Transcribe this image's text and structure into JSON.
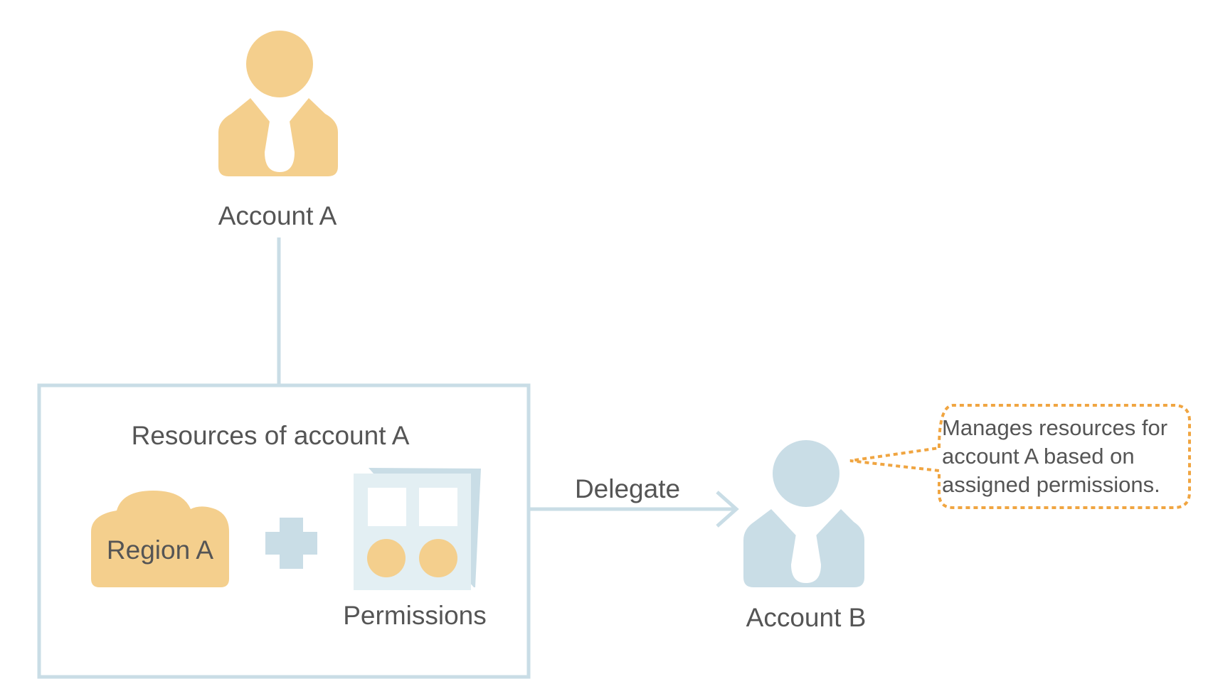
{
  "account_a": {
    "label": "Account A"
  },
  "account_b": {
    "label": "Account B"
  },
  "resources_box": {
    "title": "Resources of account A"
  },
  "region": {
    "label": "Region A"
  },
  "permissions": {
    "label": "Permissions"
  },
  "delegate_arrow": {
    "label": "Delegate"
  },
  "note": {
    "lines": [
      "Manages resources for",
      "account A based on",
      "assigned permissions."
    ]
  },
  "colors": {
    "account_a_fill": "#f4cf8d",
    "account_b_fill": "#c9dde6",
    "connector": "#c9dde6",
    "note_border": "#f0a541",
    "text": "#555555"
  }
}
